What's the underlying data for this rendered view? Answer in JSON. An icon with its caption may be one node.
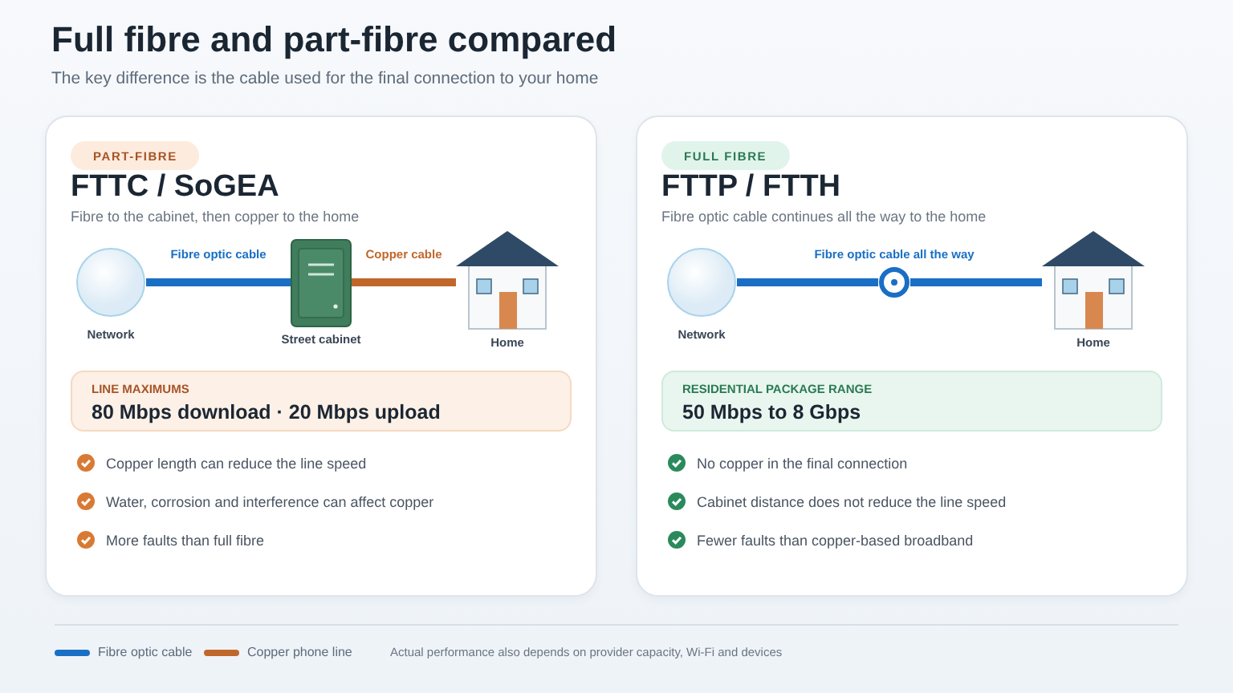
{
  "diagram": {
    "title": "Full fibre and part-fibre compared",
    "caption": "The key difference is the cable used for the final connection to your home",
    "nodes": [
      {
        "text": [
          "FTTC / SoGEA",
          "Fibre to the cabinet, then copper to the home"
        ]
      },
      {
        "text": [
          "PART-FIBRE"
        ],
        "in": 0
      },
      {
        "text": [],
        "shape": "circle",
        "in": 0,
        "beside": [
          "Network"
        ]
      },
      {
        "text": [],
        "shape": "picture",
        "in": 0,
        "beside": [
          "Street cabinet"
        ]
      },
      {
        "text": [],
        "shape": "picture",
        "in": 0,
        "beside": [
          "Home"
        ]
      },
      {
        "text": [
          "LINE MAXIMUMS",
          "80 Mbps download · 20 Mbps upload"
        ],
        "in": 0
      },
      {
        "text": [
          "FTTP / FTTH",
          "Fibre optic cable continues all the way to the home"
        ]
      },
      {
        "text": [
          "FULL FIBRE"
        ],
        "in": 6
      },
      {
        "text": [],
        "shape": "circle",
        "in": 6,
        "beside": [
          "Network"
        ]
      },
      {
        "text": [],
        "shape": "circle",
        "in": 6
      },
      {
        "text": [],
        "shape": "picture",
        "in": 6,
        "beside": [
          "Home"
        ]
      },
      {
        "text": [
          "RESIDENTIAL PACKAGE RANGE",
          "50 Mbps to 8 Gbps"
        ],
        "in": 6
      }
    ],
    "edges": [
      {
        "from": 2,
        "to": 3,
        "arrow": "none",
        "label": "Fibre optic cable"
      },
      {
        "from": 3,
        "to": 4,
        "arrow": "none",
        "label": "Copper cable",
        "color": "#c0672b"
      },
      {
        "from": 8,
        "to": 9,
        "arrow": "none",
        "label": "Fibre optic cable all the way"
      },
      {
        "from": 9,
        "to": 10,
        "arrow": "none"
      }
    ],
    "labels": [
      "Copper length can reduce the line speed",
      "Water, corrosion and interference can affect copper",
      "More faults than full fibre",
      "No copper in the final connection",
      "Cabinet distance does not reduce the line speed",
      "Fewer faults than copper-based broadband",
      "Actual performance also depends on provider capacity, Wi-Fi and devices"
    ],
    "legend": [
      {
        "text": "Fibre optic cable",
        "color": "#1a6fc4"
      },
      {
        "text": "Copper phone line",
        "color": "#c0672b"
      }
    ]
  }
}
